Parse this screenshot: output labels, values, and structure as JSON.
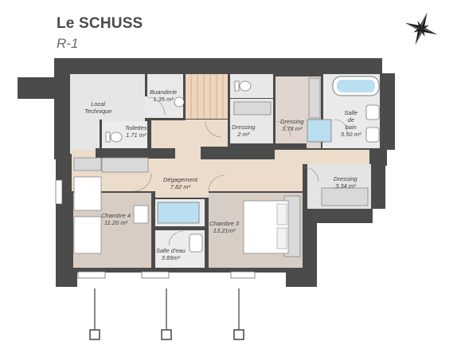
{
  "header": {
    "title": "Le SCHUSS",
    "level": "R-1"
  },
  "rooms": {
    "local_technique": {
      "name_line1": "Local",
      "name_line2": "Technique"
    },
    "buanderie": {
      "name": "Buanderie",
      "area": "1.35 m²"
    },
    "toilettes": {
      "name": "Toilettes",
      "area": "1.71 m²"
    },
    "dressing_1": {
      "name": "Dressing",
      "area": "2 m²"
    },
    "dressing_2": {
      "name": "Dressing",
      "area": "3.78 m²"
    },
    "salle_de_bain": {
      "name_line1": "Salle",
      "name_line2": "de",
      "name_line3": "bain",
      "area": "5.50 m²"
    },
    "degagement": {
      "name": "Dégagement",
      "area": "7.82 m²"
    },
    "dressing_3": {
      "name": "Dressing",
      "area": "3.34 m²"
    },
    "chambre_4": {
      "name": "Chambre 4",
      "area": "11.20 m²"
    },
    "chambre_3": {
      "name": "Chambre 3",
      "area": "13.21m²"
    },
    "salle_d_eau": {
      "name": "Salle d'eau",
      "area": "3.89m²"
    }
  },
  "colors": {
    "wall": "#4b4b4b",
    "floor_main": "#ecdccb",
    "floor_rooms": "#d8cdc5",
    "floor_service": "#e4e4e4",
    "water": "#b9dff0"
  },
  "icons": [
    "compass-icon"
  ]
}
